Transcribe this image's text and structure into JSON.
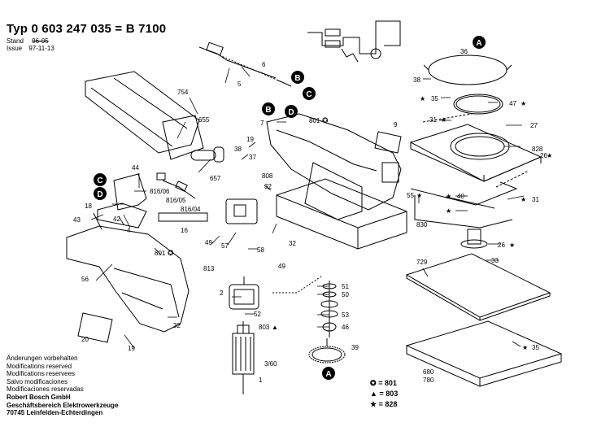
{
  "header": {
    "title": "Typ 0 603 247 035 = B 7100",
    "stand_label": "Stand",
    "stand_value": "96-05",
    "issue_label": "Issue",
    "issue_value": "97-11-13"
  },
  "footer": {
    "lines": [
      "Änderungen vorbehalten",
      "Modifications reserved",
      "Modifications reservees",
      "Salvo modificaciones",
      "Modificaciones reservadas"
    ],
    "company": [
      "Robert Bosch GmbH",
      "Geschäftsbereich Elektrowerkzeuge",
      "70745 Leinfelden-Echterdingen"
    ]
  },
  "legend": [
    {
      "symbol": "✪",
      "value": "= 801"
    },
    {
      "symbol": "▲",
      "value": "= 803"
    },
    {
      "symbol": "★",
      "value": "= 828"
    }
  ],
  "parts": {
    "p1": "1",
    "p2": "2",
    "p4": "4",
    "p5": "5",
    "p6": "6",
    "p7": "7",
    "p9": "9",
    "p16": "16",
    "p18": "18",
    "p19": "19",
    "p19b": "19",
    "p20": "20",
    "p26": "26",
    "p27": "27",
    "p31a": "31",
    "p31b": "31",
    "p32a": "32",
    "p32b": "32",
    "p32c": "32",
    "p33": "33",
    "p35a": "35",
    "p35b": "35",
    "p36": "36",
    "p37": "37",
    "p38a": "38",
    "p38b": "38",
    "p39": "39",
    "p40": "40",
    "p42": "42",
    "p43": "43",
    "p44": "44",
    "p46": "46",
    "p47": "47",
    "p49a": "49",
    "p49b": "49",
    "p50": "50",
    "p51": "51",
    "p52": "52",
    "p53": "53",
    "p55": "55",
    "p56": "56",
    "p57": "57",
    "p58": "58",
    "p360": "3/60",
    "p655": "655",
    "p657": "657",
    "p680": "680",
    "p729": "729",
    "p754": "754",
    "p780": "780",
    "p801a": "801",
    "p801b": "801",
    "p803": "803",
    "p808": "808",
    "p813": "813",
    "p816_04": "816/04",
    "p816_05": "816/05",
    "p816_06": "816/06",
    "p828": "828",
    "p830": "830"
  },
  "callouts": {
    "A": "A",
    "B": "B",
    "C": "C",
    "D": "D"
  }
}
